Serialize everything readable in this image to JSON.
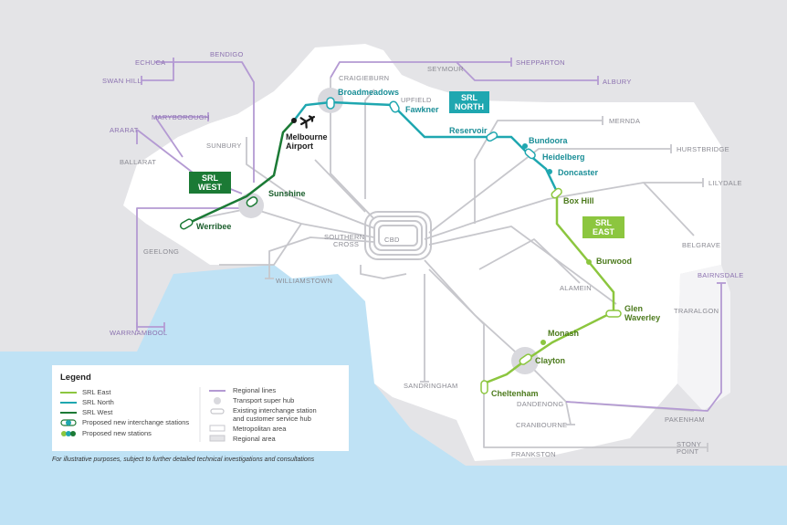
{
  "badges": {
    "srl_west": [
      "SRL",
      "WEST"
    ],
    "srl_north": [
      "SRL",
      "NORTH"
    ],
    "srl_east": [
      "SRL",
      "EAST"
    ]
  },
  "srl_stations": {
    "werribee": "Werribee",
    "sunshine": "Sunshine",
    "melbourne_airport": [
      "Melbourne",
      "Airport"
    ],
    "broadmeadows": "Broadmeadows",
    "fawkner": "Fawkner",
    "reservoir": "Reservoir",
    "bundoora": "Bundoora",
    "heidelberg": "Heidelberg",
    "doncaster": "Doncaster",
    "box_hill": "Box Hill",
    "burwood": "Burwood",
    "glen_waverley": [
      "Glen",
      "Waverley"
    ],
    "monash": "Monash",
    "clayton": "Clayton",
    "cheltenham": "Cheltenham"
  },
  "places": {
    "echuca": "ECHUCA",
    "bendigo": "BENDIGO",
    "swan_hill": "SWAN HILL",
    "maryborough": "MARYBOROUGH",
    "ararat": "ARARAT",
    "ballarat": "BALLARAT",
    "sunbury": "SUNBURY",
    "geelong": "GEELONG",
    "warrnambool": "WARRNAMBOOL",
    "craigieburn": "CRAIGIEBURN",
    "seymour": "SEYMOUR",
    "shepparton": "SHEPPARTON",
    "albury": "ALBURY",
    "upfield": "UPFIELD",
    "mernda": "MERNDA",
    "hurstbridge": "HURSTBRIDGE",
    "lilydale": "LILYDALE",
    "belgrave": "BELGRAVE",
    "alamein": "ALAMEIN",
    "bairnsdale": "BAIRNSDALE",
    "traralgon": "TRARALGON",
    "pakenham": "PAKENHAM",
    "cranbourne": "CRANBOURNE",
    "dandenong": "DANDENONG",
    "frankston": "FRANKSTON",
    "stony_point": [
      "STONY",
      "POINT"
    ],
    "sandringham": "SANDRINGHAM",
    "williamstown": "WILLIAMSTOWN",
    "southern_cross": [
      "SOUTHERN",
      "CROSS"
    ],
    "cbd": "CBD"
  },
  "legend": {
    "title": "Legend",
    "left": [
      {
        "label": "SRL East"
      },
      {
        "label": "SRL North"
      },
      {
        "label": "SRL West"
      },
      {
        "label": "Proposed new interchange stations"
      },
      {
        "label": "Proposed new stations"
      }
    ],
    "right": [
      {
        "label": "Regional lines"
      },
      {
        "label": "Transport super hub"
      },
      {
        "label": [
          "Existing interchange station",
          "and customer service hub"
        ]
      },
      {
        "label": "Metropolitan area"
      },
      {
        "label": "Regional area"
      }
    ]
  },
  "footnote": "For illustrative purposes, subject to further detailed technical investigations and consultations",
  "colors": {
    "srl_east": "#8cc63f",
    "srl_north": "#1fa7b0",
    "srl_west": "#1b7a35",
    "regional": "#b49ad3",
    "metro": "#c7c7cc",
    "water": "#bfe2f5",
    "land": "#e4e4e7",
    "metro_area": "#ffffff"
  }
}
